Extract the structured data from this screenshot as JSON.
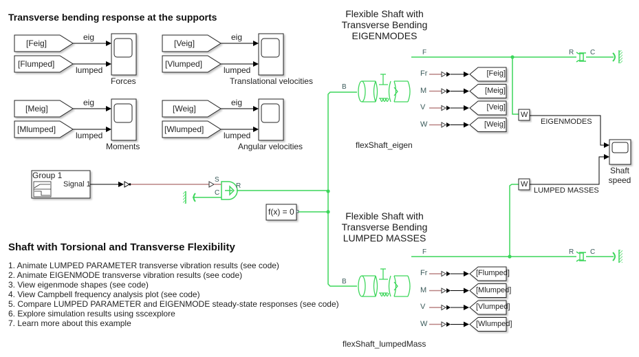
{
  "colors": {
    "physical_line": "#3cd65a",
    "signal_line": "#000000",
    "ps_signal_line": "#b98282",
    "port_label": "#3a5a5a"
  },
  "top_heading": "Transverse bending response at the supports",
  "scopes": [
    {
      "name": "Forces",
      "inputs": [
        {
          "tag": "[Feig]",
          "line": "eig"
        },
        {
          "tag": "[Flumped]",
          "line": "lumped"
        }
      ]
    },
    {
      "name": "Translational velocities",
      "inputs": [
        {
          "tag": "[Veig]",
          "line": "eig"
        },
        {
          "tag": "[Vlumped]",
          "line": "lumped"
        }
      ]
    },
    {
      "name": "Moments",
      "inputs": [
        {
          "tag": "[Meig]",
          "line": "eig"
        },
        {
          "tag": "[Mlumped]",
          "line": "lumped"
        }
      ]
    },
    {
      "name": "Angular velocities",
      "inputs": [
        {
          "tag": "[Weig]",
          "line": "eig"
        },
        {
          "tag": "[Wlumped]",
          "line": "lumped"
        }
      ]
    }
  ],
  "signal_builder": {
    "group": "Group 1",
    "signal": "Signal 1"
  },
  "speed_source": {
    "port_s": "S",
    "port_c": "C",
    "port_r": "R"
  },
  "solver": {
    "label": "f(x) = 0"
  },
  "eigen_block": {
    "title_lines": [
      "Flexible Shaft with",
      "Transverse Bending",
      "EIGENMODES"
    ],
    "name": "flexShaft_eigen",
    "port_b": "B",
    "port_f": "F",
    "outputs": [
      {
        "port": "Fr",
        "tag": "[Feig]"
      },
      {
        "port": "M",
        "tag": "[Meig]"
      },
      {
        "port": "V",
        "tag": "[Veig]"
      },
      {
        "port": "W",
        "tag": "[Weig]"
      }
    ],
    "sensor_port_r": "R",
    "sensor_port_c": "C",
    "sensor_w": "W",
    "signal_name": "EIGENMODES"
  },
  "lumped_block": {
    "title_lines": [
      "Flexible Shaft with",
      "Transverse Bending",
      "LUMPED MASSES"
    ],
    "name": "flexShaft_lumpedMass",
    "port_b": "B",
    "port_f": "F",
    "outputs": [
      {
        "port": "Fr",
        "tag": "[Flumped]"
      },
      {
        "port": "M",
        "tag": "[Mlumped]"
      },
      {
        "port": "V",
        "tag": "[Vlumped]"
      },
      {
        "port": "W",
        "tag": "[Wlumped]"
      }
    ],
    "sensor_port_r": "R",
    "sensor_port_c": "C",
    "sensor_w": "W",
    "signal_name": "LUMPED MASSES"
  },
  "shaft_speed_scope": {
    "name_line1": "Shaft",
    "name_line2": "speed"
  },
  "bottom_heading": "Shaft with Torsional and Transverse Flexibility",
  "links": [
    "1. Animate LUMPED PARAMETER transverse vibration results (see code)",
    "2. Animate EIGENMODE transverse vibration results (see code)",
    "3. View eigenmode shapes (see code)",
    "4. View Campbell frequency analysis plot (see code)",
    "5. Compare LUMPED PARAMETER and EIGENMODE steady-state responses (see code)",
    "6. Explore simulation results using sscexplore",
    "7. Learn more about this example"
  ]
}
